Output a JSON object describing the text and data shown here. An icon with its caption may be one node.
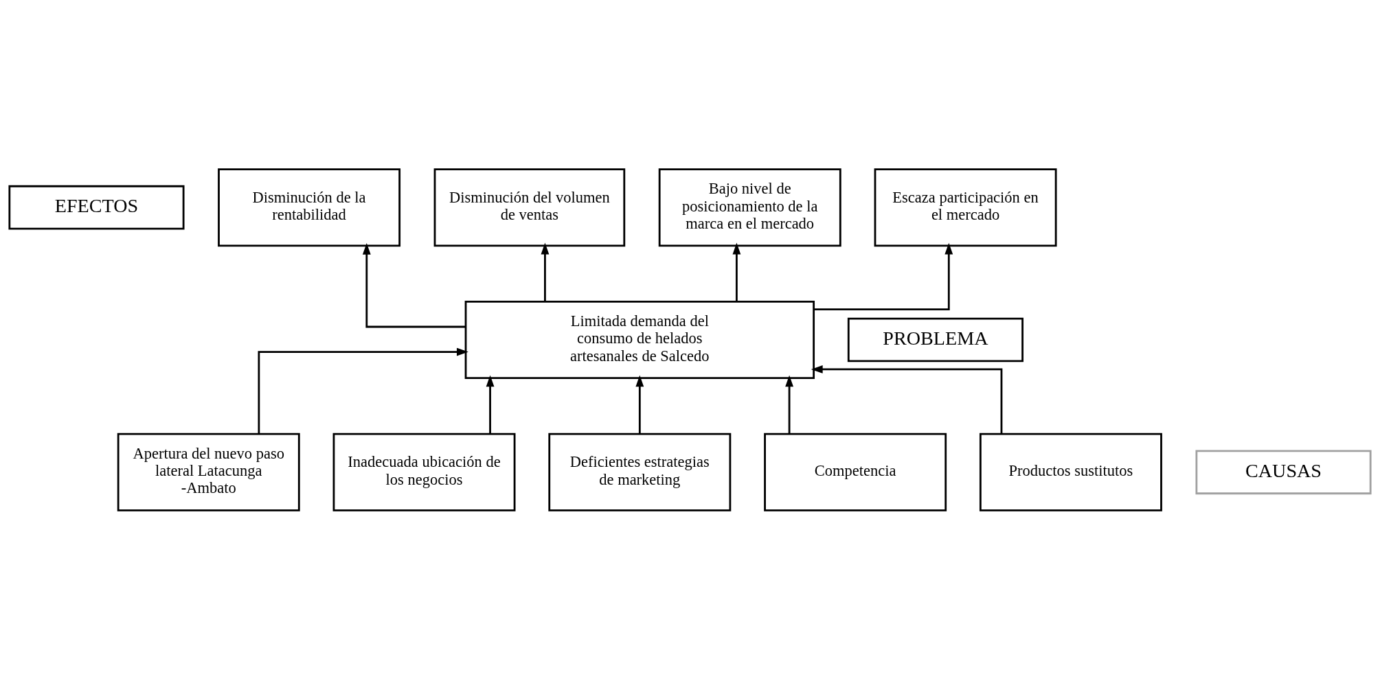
{
  "diagram": {
    "nodes": [
      {
        "text": [
          "EFECTOS"
        ]
      },
      {
        "text": [
          "Disminución de la rentabilidad"
        ]
      },
      {
        "text": [
          "Disminución del volumen de ventas"
        ]
      },
      {
        "text": [
          "Bajo nivel de posicionamiento de la marca en el mercado"
        ]
      },
      {
        "text": [
          "Escaza participación en el mercado"
        ]
      },
      {
        "text": [
          "Limitada demanda del consumo de helados artesanales de Salcedo"
        ]
      },
      {
        "text": [
          "PROBLEMA"
        ]
      },
      {
        "text": [
          "Apertura del nuevo paso lateral Latacunga -Ambato"
        ]
      },
      {
        "text": [
          "Inadecuada ubicación de los negocios"
        ]
      },
      {
        "text": [
          "Deficientes estrategias de marketing"
        ]
      },
      {
        "text": [
          "Competencia"
        ]
      },
      {
        "text": [
          "Productos sustitutos"
        ]
      },
      {
        "text": [
          "CAUSAS"
        ]
      }
    ],
    "edges": [
      {
        "from": 5,
        "to": 1,
        "arrow": "to"
      },
      {
        "from": 5,
        "to": 2,
        "arrow": "to"
      },
      {
        "from": 5,
        "to": 3,
        "arrow": "to"
      },
      {
        "from": 5,
        "to": 4,
        "arrow": "to"
      },
      {
        "from": 7,
        "to": 5,
        "arrow": "to"
      },
      {
        "from": 8,
        "to": 5,
        "arrow": "to"
      },
      {
        "from": 9,
        "to": 5,
        "arrow": "to"
      },
      {
        "from": 10,
        "to": 5,
        "arrow": "to"
      },
      {
        "from": 11,
        "to": 5,
        "arrow": "to"
      }
    ]
  }
}
